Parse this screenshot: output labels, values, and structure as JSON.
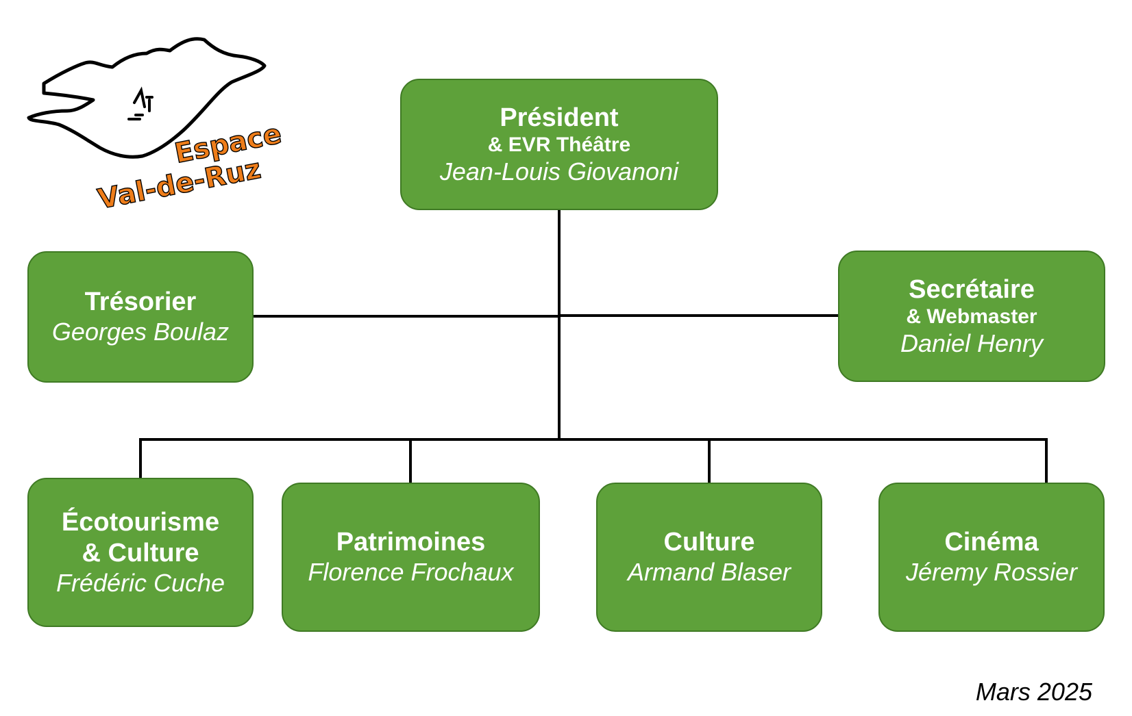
{
  "logo": {
    "line1": "Espace",
    "line2": "Val-de-Ruz",
    "text_color": "#ee7d1a"
  },
  "nodes": {
    "president": {
      "role": "Président",
      "sub": "& EVR Théâtre",
      "person": "Jean-Louis Giovanoni"
    },
    "tresorier": {
      "role": "Trésorier",
      "person": "Georges Boulaz"
    },
    "secretaire": {
      "role": "Secrétaire",
      "sub": "& Webmaster",
      "person": "Daniel Henry"
    },
    "ecotourisme": {
      "role": "Écotourisme",
      "role2": "& Culture",
      "person": "Frédéric Cuche"
    },
    "patrimoines": {
      "role": "Patrimoines",
      "person": "Florence Frochaux"
    },
    "culture": {
      "role": "Culture",
      "person": "Armand Blaser"
    },
    "cinema": {
      "role": "Cinéma",
      "person": "Jéremy Rossier"
    }
  },
  "footer": {
    "date": "Mars 2025"
  },
  "colors": {
    "box_fill": "#5ea13a",
    "box_border": "#3f7a24",
    "text": "#ffffff",
    "connector": "#000000"
  }
}
